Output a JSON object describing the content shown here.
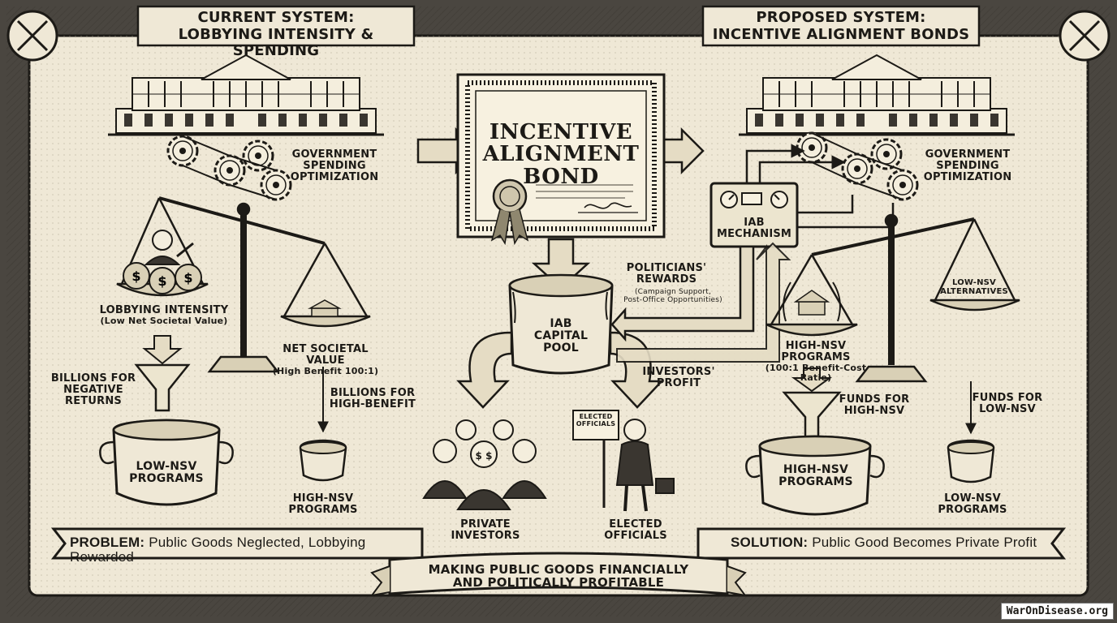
{
  "headers": {
    "left": [
      "CURRENT SYSTEM:",
      "LOBBYING INTENSITY & SPENDING"
    ],
    "right": [
      "PROPOSED SYSTEM:",
      "INCENTIVE ALIGNMENT BONDS"
    ]
  },
  "bond": {
    "title": [
      "INCENTIVE",
      "ALIGNMENT",
      "BOND"
    ]
  },
  "left_panel": {
    "gov_label": [
      "GOVERNMENT",
      "SPENDING",
      "OPTIMIZATION"
    ],
    "lobbying_label": "LOBBYING INTENSITY",
    "lobbying_sub": "(Low Net Societal Value)",
    "nsv_label": "NET SOCIETAL VALUE",
    "nsv_sub": "(High Benefit 100:1)",
    "billions_negative": [
      "BILLIONS FOR",
      "NEGATIVE",
      "RETURNS"
    ],
    "billions_high": [
      "BILLIONS FOR",
      "HIGH-BENEFIT"
    ],
    "pot_low": [
      "LOW-NSV",
      "PROGRAMS"
    ],
    "pot_high": [
      "HIGH-NSV",
      "PROGRAMS"
    ]
  },
  "center": {
    "politicians": [
      "POLITICIANS'",
      "REWARDS"
    ],
    "politicians_sub": [
      "(Campaign Support,",
      "Post-Office Opportunities)"
    ],
    "pool": [
      "IAB",
      "CAPITAL",
      "POOL"
    ],
    "investors_profit": [
      "INVESTORS'",
      "PROFIT"
    ],
    "private_investors": [
      "PRIVATE",
      "INVESTORS"
    ],
    "elected_officials": [
      "ELECTED",
      "OFFICIALS"
    ],
    "sign": [
      "ELECTED",
      "OFFICIALS"
    ]
  },
  "right_panel": {
    "mechanism": [
      "IAB",
      "MECHANISM"
    ],
    "gov_label": [
      "GOVERNMENT",
      "SPENDING",
      "OPTIMIZATION"
    ],
    "low_alt": [
      "LOW-NSV",
      "ALTERNATIVES"
    ],
    "high_programs_label": "HIGH-NSV PROGRAMS",
    "high_programs_sub": "(100:1 Benefit-Cost Ratie)",
    "funds_high": [
      "FUNDS FOR",
      "HIGH-NSV"
    ],
    "funds_low": [
      "FUNDS FOR",
      "LOW-NSV"
    ],
    "pot_high": [
      "HIGH-NSV",
      "PROGRAMS"
    ],
    "pot_low": [
      "LOW-NSV",
      "PROGRAMS"
    ]
  },
  "banners": {
    "problem_head": "PROBLEM:",
    "problem_text": " Public Goods Neglected, Lobbying Rewarded",
    "solution_head": "SOLUTION:",
    "solution_text": " Public Good Becomes Private Profit",
    "bottom": [
      "MAKING PUBLIC GOODS FINANCIALLY",
      "AND POLITICALLY PROFITABLE"
    ]
  },
  "watermark": "WarOnDisease.org",
  "colors": {
    "paper": "#efe8d6",
    "ink": "#1c1a16",
    "frame": "#4a4640"
  }
}
